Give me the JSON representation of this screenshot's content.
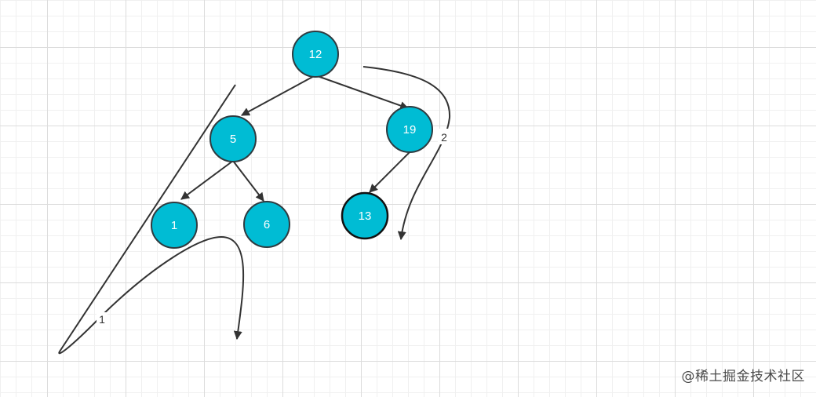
{
  "colors": {
    "node_fill": "#00bcd4",
    "node_stroke": "#2f3b40",
    "node_stroke_selected": "#111111",
    "edge": "#333333"
  },
  "tree": {
    "nodes": [
      {
        "id": "n12",
        "label": "12"
      },
      {
        "id": "n5",
        "label": "5"
      },
      {
        "id": "n19",
        "label": "19"
      },
      {
        "id": "n1",
        "label": "1"
      },
      {
        "id": "n6",
        "label": "6"
      },
      {
        "id": "n13",
        "label": "13"
      }
    ]
  },
  "paths": {
    "path1_label": "1",
    "path2_label": "2"
  },
  "watermark": "@稀土掘金技术社区"
}
